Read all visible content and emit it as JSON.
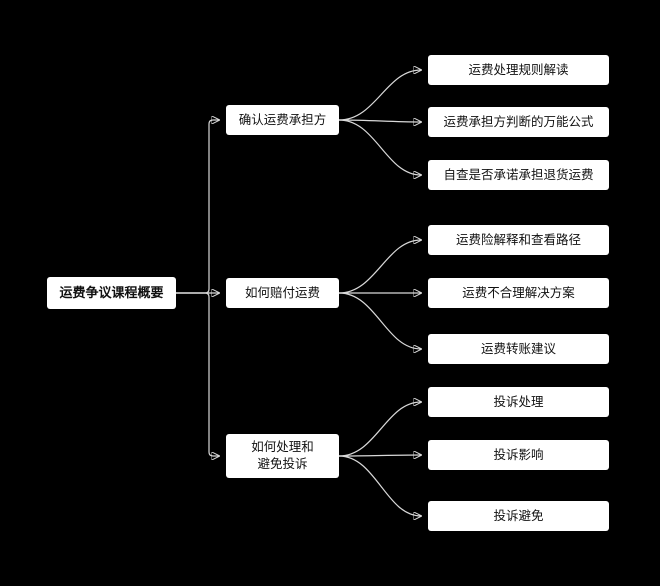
{
  "diagram": {
    "title": "运费争议课程概要 mindmap",
    "colors": {
      "background": "#000000",
      "node_background": "#ffffff",
      "node_text": "#111111",
      "connector": "#d9d9d9"
    },
    "root": {
      "label": "运费争议课程概要"
    },
    "branches": [
      {
        "label": "确认运费承担方",
        "children": [
          "运费处理规则解读",
          "运费承担方判断的万能公式",
          "自查是否承诺承担退货运费"
        ]
      },
      {
        "label": "如何赔付运费",
        "children": [
          "运费险解释和查看路径",
          "运费不合理解决方案",
          "运费转账建议"
        ]
      },
      {
        "label": "如何处理和\n避免投诉",
        "children": [
          "投诉处理",
          "投诉影响",
          "投诉避免"
        ]
      }
    ]
  }
}
